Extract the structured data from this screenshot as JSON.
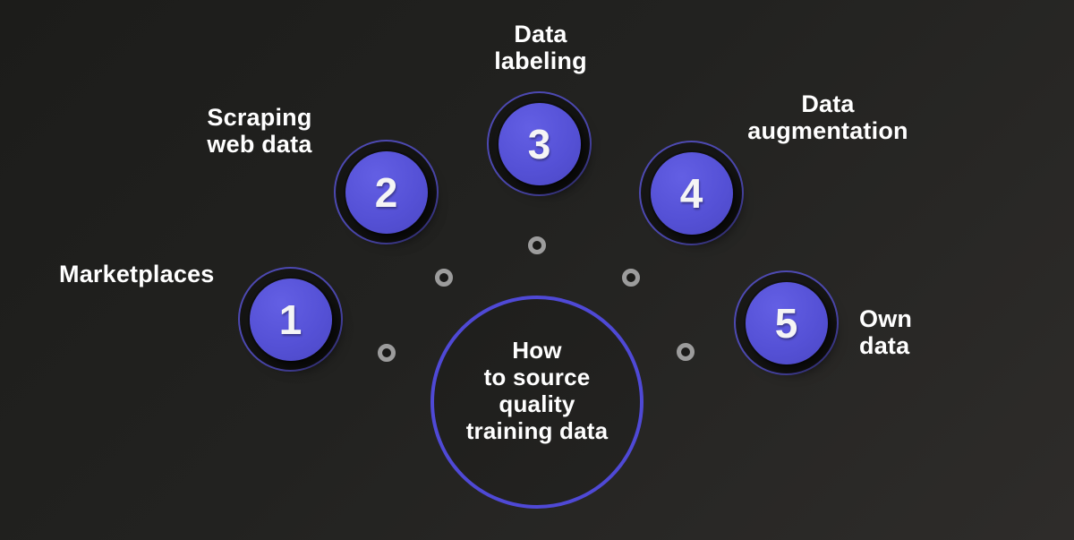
{
  "center_circle": {
    "text": "How\nto source\nquality\ntraining data"
  },
  "steps": [
    {
      "number": "1",
      "label": "Marketplaces"
    },
    {
      "number": "2",
      "label": "Scraping\nweb data"
    },
    {
      "number": "3",
      "label": "Data\nlabeling"
    },
    {
      "number": "4",
      "label": "Data\naugmentation"
    },
    {
      "number": "5",
      "label": "Own\ndata"
    }
  ],
  "colors": {
    "background_top_left": "#1c1c1a",
    "background_bottom_right": "#2e2c2a",
    "node_fill": "#5551d6",
    "node_ring_stroke": "#615ce8",
    "center_border": "#4f49d6",
    "decor_dot": "#9c9c9c",
    "text": "#ffffff"
  }
}
